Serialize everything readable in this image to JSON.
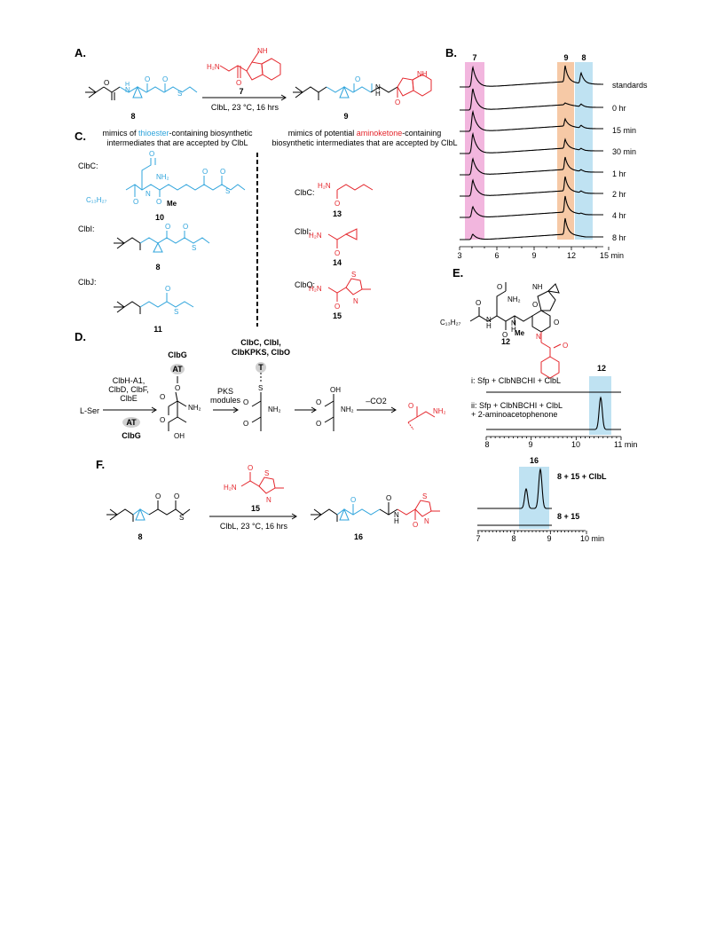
{
  "panels": {
    "A": "A.",
    "B": "B.",
    "C": "C.",
    "D": "D.",
    "E": "E.",
    "F": "F."
  },
  "panelA": {
    "reagent_number": "7",
    "conditions": "ClbL, 23 °C, 16 hrs",
    "reactant_number": "8",
    "product_number": "9"
  },
  "panelB": {
    "peak_labels": [
      "7",
      "9",
      "8"
    ],
    "trace_labels": [
      "standards",
      "0 hr",
      "15 min",
      "30 min",
      "1 hr",
      "2 hr",
      "4 hr",
      "8 hr"
    ],
    "x_ticks": [
      "3",
      "6",
      "9",
      "12",
      "15 min"
    ],
    "highlight_colors": {
      "7": "#f2b6de",
      "9": "#f6c9a6",
      "8": "#bfe2f2"
    }
  },
  "panelC": {
    "left_header_1": "mimics of ",
    "left_header_highlight": "thioester",
    "left_header_2": "-containing biosynthetic",
    "left_header_3": "intermediates that are accepted by ClbL",
    "right_header_1": "mimics of potential ",
    "right_header_highlight": "aminoketone",
    "right_header_2": "-containing",
    "right_header_3": "biosynthetic intermediates that are accepted by ClbL",
    "left_items": [
      {
        "enzyme": "ClbC:",
        "number": "10"
      },
      {
        "enzyme": "ClbI:",
        "number": "8"
      },
      {
        "enzyme": "ClbJ:",
        "number": "11"
      }
    ],
    "right_items": [
      {
        "enzyme": "ClbC:",
        "number": "13"
      },
      {
        "enzyme": "ClbI:",
        "number": "14"
      },
      {
        "enzyme": "ClbO:",
        "number": "15"
      }
    ],
    "chain_label": "C13H27",
    "me_label": "Me"
  },
  "panelD": {
    "start": "L-Ser",
    "enzymes_1": "ClbH-A1,",
    "enzymes_2": "ClbD, ClbF,",
    "enzymes_3": "ClbE",
    "at_badge": "AT",
    "clbg_top": "ClbG",
    "clbg_bottom": "ClbG",
    "pks_1": "PKS",
    "pks_2": "modules",
    "right_enz_1": "ClbC, ClbI,",
    "right_enz_2": "ClbKPKS, ClbO",
    "t_badge": "T",
    "decarb": "–CO2"
  },
  "panelE": {
    "compound_number": "12",
    "peak_label": "12",
    "trace_i": "i: Sfp + ClbNBCHI + ClbL",
    "trace_ii_1": "ii: Sfp + ClbNBCHI + ClbL",
    "trace_ii_2": "+ 2-aminoacetophenone",
    "x_ticks": [
      "8",
      "9",
      "10",
      "11  min"
    ]
  },
  "panelF": {
    "reagent_number": "15",
    "conditions": "ClbL, 23 °C, 16 hrs",
    "reactant_number": "8",
    "product_number": "16",
    "peak_label": "16",
    "trace_top": "8 + 15 + ClbL",
    "trace_bottom": "8 + 15",
    "x_ticks": [
      "7",
      "8",
      "9",
      "10  min"
    ]
  }
}
